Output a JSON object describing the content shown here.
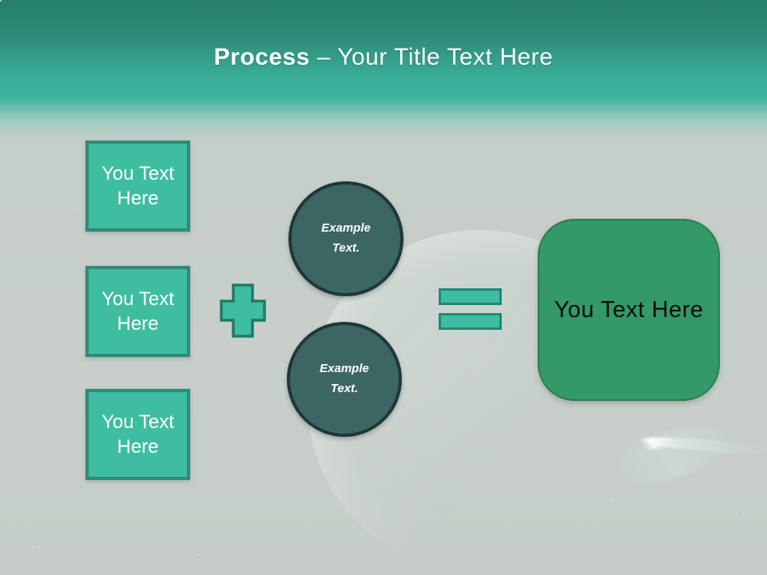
{
  "header": {
    "title_bold": "Process",
    "title_rest": "– Your Title Text Here"
  },
  "left_column": {
    "boxes": [
      {
        "label": "You Text Here"
      },
      {
        "label": "You Text Here"
      },
      {
        "label": "You Text Here"
      }
    ]
  },
  "circles": [
    {
      "label": "Example Text."
    },
    {
      "label": "Example Text."
    }
  ],
  "operators": {
    "plus_icon": "plus",
    "equals_icon": "equals"
  },
  "result": {
    "label": "You Text Here"
  },
  "colors": {
    "header_gradient_top": "#277F6E",
    "header_gradient_mid": "#3DB39C",
    "background": "#C8CFCA",
    "teal_fill": "#3FBDA0",
    "teal_border": "#2E8A76",
    "circle_fill": "#3C6663",
    "circle_border": "#20373A",
    "green_fill": "#339966",
    "green_border": "#2E7B52",
    "title_text": "#FFFFFF",
    "box_text": "#FFFFFF",
    "result_text": "#0D0D0D"
  }
}
